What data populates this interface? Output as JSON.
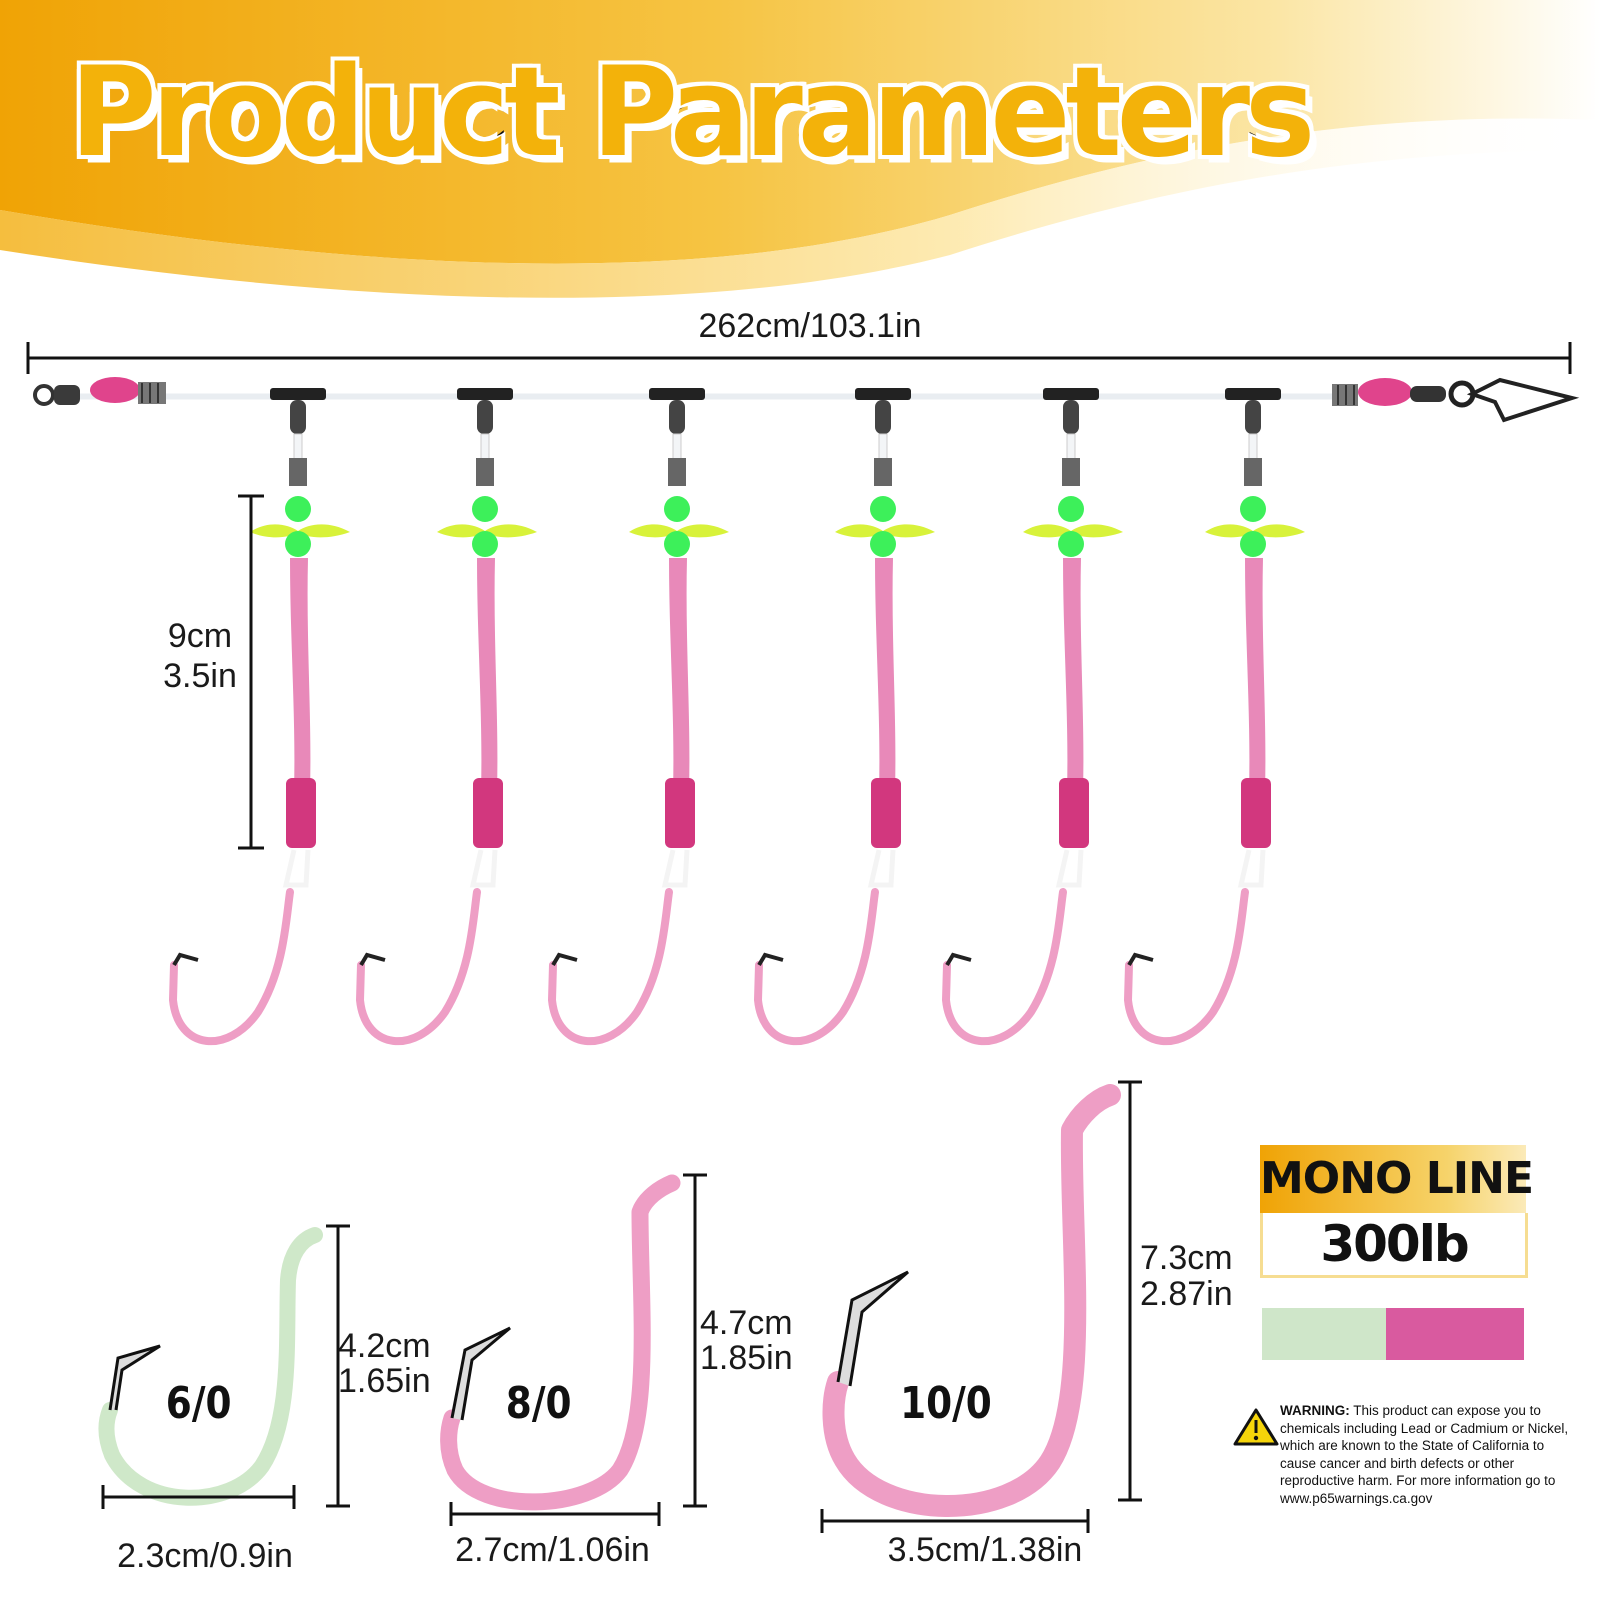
{
  "header": {
    "title": "Product Parameters"
  },
  "dimensions": {
    "total_length": "262cm/103.1in",
    "dropper_length_cm": "9cm",
    "dropper_length_in": "3.5in"
  },
  "hooks": [
    {
      "size": "6/0",
      "height_cm": "4.2cm",
      "height_in": "1.65in",
      "width": "2.3cm/0.9in",
      "color": "#cfe8c9"
    },
    {
      "size": "8/0",
      "height_cm": "4.7cm",
      "height_in": "1.85in",
      "width": "2.7cm/1.06in",
      "color": "#ee9ec5"
    },
    {
      "size": "10/0",
      "height_cm": "7.3cm",
      "height_in": "2.87in",
      "width": "3.5cm/1.38in",
      "color": "#ee9ec5"
    }
  ],
  "mono_line": {
    "title": "MONO LINE",
    "strength": "300lb",
    "colors": [
      "#cfe6c9",
      "#d95a9f"
    ]
  },
  "warning": {
    "label": "WARNING:",
    "text": "This product can expose you to chemicals including Lead or Cadmium or Nickel, which are known to the State of California to cause cancer and birth defects or other reproductive harm. For more information go to www.p65warnings.ca.gov"
  },
  "colors": {
    "header_orange": "#f0a305",
    "tube_pink": "#e889b9",
    "sleeve_pink": "#d2377e",
    "bead_green": "#3df05a",
    "propeller_yellow": "#d8f23a",
    "hook_pink": "#ee9ec5"
  }
}
